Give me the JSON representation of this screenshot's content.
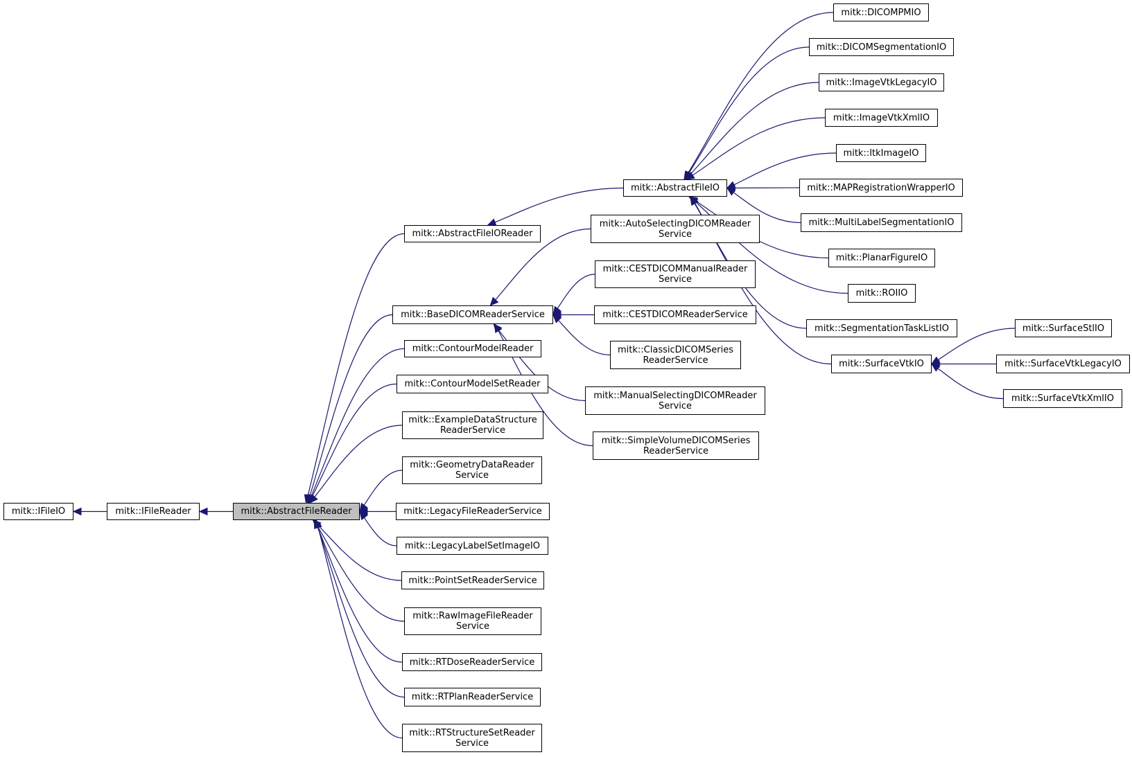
{
  "colors": {
    "edge": "#191970",
    "border": "#000000",
    "highlight": "#bfbfbf",
    "background": "#ffffff"
  },
  "nodes": {
    "ifileio": [
      "mitk::IFileIO"
    ],
    "ifilereader": [
      "mitk::IFileReader"
    ],
    "abstractfilereader": [
      "mitk::AbstractFileReader"
    ],
    "abstractfileioreader": [
      "mitk::AbstractFileIOReader"
    ],
    "abstractfileio": [
      "mitk::AbstractFileIO"
    ],
    "basedicomreaderservice": [
      "mitk::BaseDICOMReaderService"
    ],
    "contourmodelreader": [
      "mitk::ContourModelReader"
    ],
    "contourmodelsetreader": [
      "mitk::ContourModelSetReader"
    ],
    "exampledatastructurereaderservice": [
      "mitk::ExampleDataStructure",
      "ReaderService"
    ],
    "geometrydatareaderservice": [
      "mitk::GeometryDataReader",
      "Service"
    ],
    "legacyfilereaderservice": [
      "mitk::LegacyFileReaderService"
    ],
    "legacylabelsetimageio": [
      "mitk::LegacyLabelSetImageIO"
    ],
    "pointsetreaderservice": [
      "mitk::PointSetReaderService"
    ],
    "rawimagefilereaderservice": [
      "mitk::RawImageFileReader",
      "Service"
    ],
    "rtdosereaderservice": [
      "mitk::RTDoseReaderService"
    ],
    "rtplanreaderservice": [
      "mitk::RTPlanReaderService"
    ],
    "rtstructuresetreaderservice": [
      "mitk::RTStructureSetReader",
      "Service"
    ],
    "autoselectingdicomreaderservice": [
      "mitk::AutoSelectingDICOMReader",
      "Service"
    ],
    "cestdicommanualreaderservice": [
      "mitk::CESTDICOMManualReader",
      "Service"
    ],
    "cestdicomreaderservice": [
      "mitk::CESTDICOMReaderService"
    ],
    "classicdicomseriesreaderservice": [
      "mitk::ClassicDICOMSeries",
      "ReaderService"
    ],
    "manualselectingdicomreaderservice": [
      "mitk::ManualSelectingDICOMReader",
      "Service"
    ],
    "simplevolumedicomseriesreaderservice": [
      "mitk::SimpleVolumeDICOMSeries",
      "ReaderService"
    ],
    "dicompmio": [
      "mitk::DICOMPMIO"
    ],
    "dicomsegmentationio": [
      "mitk::DICOMSegmentationIO"
    ],
    "imagevtklegacyio": [
      "mitk::ImageVtkLegacyIO"
    ],
    "imagevtkxmlio": [
      "mitk::ImageVtkXmlIO"
    ],
    "itkimageio": [
      "mitk::ItkImageIO"
    ],
    "mapregistrationwrapperio": [
      "mitk::MAPRegistrationWrapperIO"
    ],
    "multilabelsegmentationio": [
      "mitk::MultiLabelSegmentationIO"
    ],
    "planarfigureio": [
      "mitk::PlanarFigureIO"
    ],
    "roiio": [
      "mitk::ROIIO"
    ],
    "segmentationtasklistio": [
      "mitk::SegmentationTaskListIO"
    ],
    "surfacevtkio": [
      "mitk::SurfaceVtkIO"
    ],
    "surfacestlio": [
      "mitk::SurfaceStlIO"
    ],
    "surfacevtklegacyio": [
      "mitk::SurfaceVtkLegacyIO"
    ],
    "surfacevtkxmlio": [
      "mitk::SurfaceVtkXmlIO"
    ]
  },
  "edges": [
    [
      "ifilereader",
      "ifileio"
    ],
    [
      "abstractfilereader",
      "ifilereader"
    ],
    [
      "abstractfileioreader",
      "abstractfilereader"
    ],
    [
      "basedicomreaderservice",
      "abstractfilereader"
    ],
    [
      "contourmodelreader",
      "abstractfilereader"
    ],
    [
      "contourmodelsetreader",
      "abstractfilereader"
    ],
    [
      "exampledatastructurereaderservice",
      "abstractfilereader"
    ],
    [
      "geometrydatareaderservice",
      "abstractfilereader"
    ],
    [
      "legacyfilereaderservice",
      "abstractfilereader"
    ],
    [
      "legacylabelsetimageio",
      "abstractfilereader"
    ],
    [
      "pointsetreaderservice",
      "abstractfilereader"
    ],
    [
      "rawimagefilereaderservice",
      "abstractfilereader"
    ],
    [
      "rtdosereaderservice",
      "abstractfilereader"
    ],
    [
      "rtplanreaderservice",
      "abstractfilereader"
    ],
    [
      "rtstructuresetreaderservice",
      "abstractfilereader"
    ],
    [
      "abstractfileio",
      "abstractfileioreader"
    ],
    [
      "autoselectingdicomreaderservice",
      "basedicomreaderservice"
    ],
    [
      "cestdicommanualreaderservice",
      "basedicomreaderservice"
    ],
    [
      "cestdicomreaderservice",
      "basedicomreaderservice"
    ],
    [
      "classicdicomseriesreaderservice",
      "basedicomreaderservice"
    ],
    [
      "manualselectingdicomreaderservice",
      "basedicomreaderservice"
    ],
    [
      "simplevolumedicomseriesreaderservice",
      "basedicomreaderservice"
    ],
    [
      "dicompmio",
      "abstractfileio"
    ],
    [
      "dicomsegmentationio",
      "abstractfileio"
    ],
    [
      "imagevtklegacyio",
      "abstractfileio"
    ],
    [
      "imagevtkxmlio",
      "abstractfileio"
    ],
    [
      "itkimageio",
      "abstractfileio"
    ],
    [
      "mapregistrationwrapperio",
      "abstractfileio"
    ],
    [
      "multilabelsegmentationio",
      "abstractfileio"
    ],
    [
      "planarfigureio",
      "abstractfileio"
    ],
    [
      "roiio",
      "abstractfileio"
    ],
    [
      "segmentationtasklistio",
      "abstractfileio"
    ],
    [
      "surfacevtkio",
      "abstractfileio"
    ],
    [
      "surfacestlio",
      "surfacevtkio"
    ],
    [
      "surfacevtklegacyio",
      "surfacevtkio"
    ],
    [
      "surfacevtkxmlio",
      "surfacevtkio"
    ]
  ]
}
